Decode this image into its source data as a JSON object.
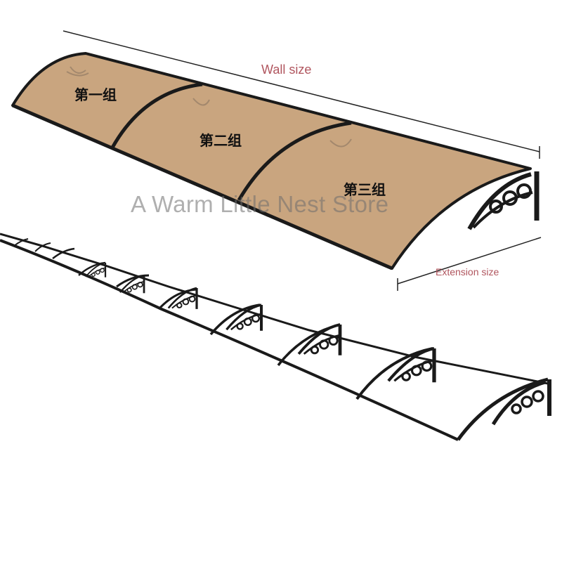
{
  "labels": {
    "wall_size": "Wall size",
    "extension_size": "Extension size",
    "group_1": "第一组",
    "group_2": "第二组",
    "group_3": "第三组"
  },
  "watermark": "A Warm Little Nest Store",
  "colors": {
    "panel": "#c9a57f",
    "frame": "#1a1a1a",
    "dimension_text": "#b0555e"
  }
}
